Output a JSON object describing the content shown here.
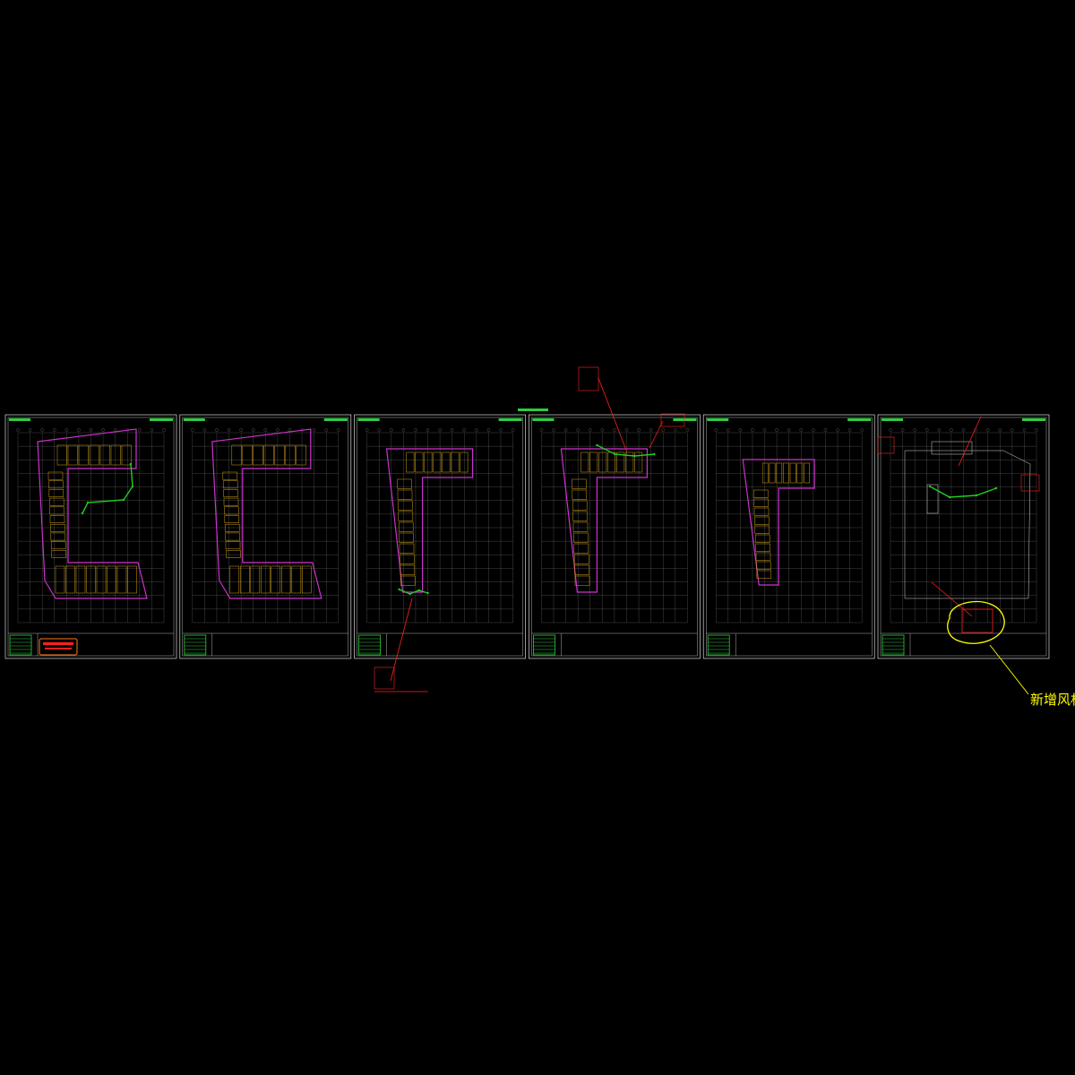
{
  "drawing": {
    "background": "#000000",
    "sheet_count": 6,
    "colors": {
      "sheet_frame": "#d9d9d9",
      "grid": "#8a8a8a",
      "building_outline": "#cc33cc",
      "rooms": "#d4a017",
      "duct_new": "#22cc22",
      "annotation": "#ff2020",
      "highlight": "#ffff00",
      "title_block": "#2ecc40"
    },
    "sheets": [
      {
        "id": 1,
        "plan": "l-shape-full",
        "has_ducts": true,
        "has_legend_box": true
      },
      {
        "id": 2,
        "plan": "l-shape-full",
        "has_ducts": false,
        "has_legend_box": false
      },
      {
        "id": 3,
        "plan": "l-shape-partial",
        "has_ducts": true,
        "has_legend_box": false
      },
      {
        "id": 4,
        "plan": "l-shape-partial",
        "has_ducts": true,
        "has_legend_box": false
      },
      {
        "id": 5,
        "plan": "l-shape-small",
        "has_ducts": false,
        "has_legend_box": false
      },
      {
        "id": 6,
        "plan": "roof",
        "has_ducts": true,
        "has_legend_box": false
      }
    ]
  },
  "callout": {
    "text": "新增风机",
    "color": "#ffff00"
  }
}
